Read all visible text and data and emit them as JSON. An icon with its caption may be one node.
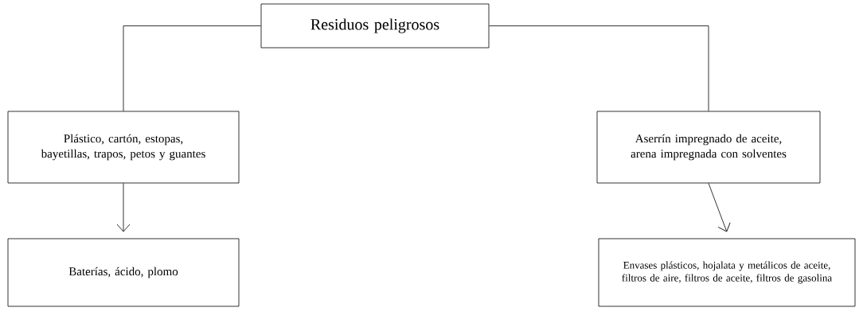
{
  "diagram": {
    "nodes": [
      {
        "text": [
          "Residuos peligrosos"
        ]
      },
      {
        "text": [
          "Plástico, cartón, estopas, bayetillas, trapos, petos y guantes"
        ]
      },
      {
        "text": [
          "Aserrín impregnado de aceite, arena impregnada con solventes"
        ]
      },
      {
        "text": [
          "Baterías, ácido, plomo"
        ]
      },
      {
        "text": [
          "Envases plásticos, hojalata y metálicos de aceite, filtros de aire, filtros de aceite, filtros de gasolina"
        ]
      }
    ],
    "edges": [
      {
        "from": 0,
        "to": 1,
        "arrow": "none"
      },
      {
        "from": 0,
        "to": 2,
        "arrow": "none"
      },
      {
        "from": 1,
        "to": 3,
        "arrow": "to"
      },
      {
        "from": 2,
        "to": 4,
        "arrow": "to"
      }
    ]
  }
}
